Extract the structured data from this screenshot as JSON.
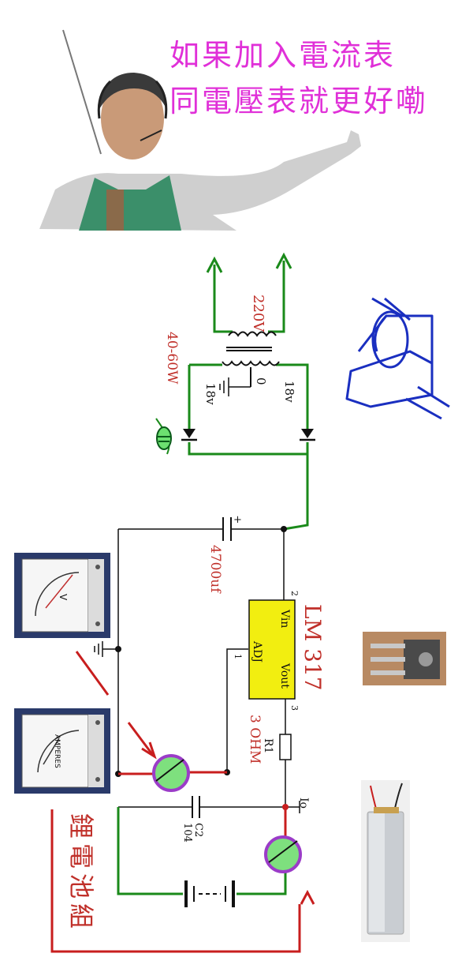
{
  "caption": {
    "line1": "如果加入電流表",
    "line2": "同電壓表就更好嘞"
  },
  "labels": {
    "ac_voltage": "220V",
    "power_rating": "40-60W",
    "left_tap": "18v",
    "center_tap": "0",
    "right_tap": "18v",
    "capacitor": "4700uf",
    "plus_sign": "+",
    "ic_name": "LM 317",
    "pin_vin": "Vin",
    "pin_adj": "ADJ",
    "pin_vout": "Vout",
    "pin_1": "1",
    "pin_2": "2",
    "pin_3": "3",
    "resistor_name": "R1",
    "resistor_value": "3 OHM",
    "cap2_name": "C2",
    "cap2_value": "104",
    "current_label": "Io",
    "battery_pack": "鋰電池組"
  },
  "meters": {
    "voltmeter_unit": "V",
    "ammeter_unit": "AMPERES"
  },
  "colors": {
    "green_wire": "#1a8a1a",
    "red_wire": "#c81e1e",
    "caption": "#e030d8",
    "ic_body": "#f2ee10",
    "meter_ring": "#9b3cc8",
    "meter_face": "#7ee07e",
    "sketch": "#1a2fc0"
  }
}
